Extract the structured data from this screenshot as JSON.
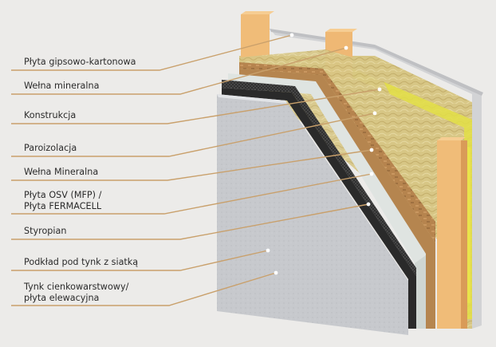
{
  "diagram": {
    "labels": [
      {
        "id": "plyta-gk",
        "lines": [
          "Płyta gipsowo-kartonowa"
        ]
      },
      {
        "id": "welna-1",
        "lines": [
          "Wełna mineralna"
        ]
      },
      {
        "id": "konstrukcja",
        "lines": [
          "Konstrukcja"
        ]
      },
      {
        "id": "paroizolacja",
        "lines": [
          "Paroizolacja"
        ]
      },
      {
        "id": "welna-2",
        "lines": [
          "Wełna Mineralna"
        ]
      },
      {
        "id": "osb",
        "lines": [
          "Płyta OSV (MFP) /",
          "Płyta FERMACELL"
        ]
      },
      {
        "id": "styropian",
        "lines": [
          "Styropian"
        ]
      },
      {
        "id": "podklad",
        "lines": [
          "Podkład pod tynk z siatką"
        ]
      },
      {
        "id": "tynk",
        "lines": [
          "Tynk cienkowarstwowy/",
          "płyta elewacyjna"
        ]
      }
    ],
    "colors": {
      "background": "#ecebe9",
      "leader_line": "#c9a06b",
      "text": "#2b2b2b",
      "plaster": "#c9cbcf",
      "styrofoam": "#dfe4e1",
      "mesh": "#2a2a2a",
      "osb": "#b5854f",
      "wool": "#d9c98c",
      "vapor_barrier": "#e3df45",
      "timber": "#f0bc78",
      "drywall": "#d6d7d8"
    }
  }
}
